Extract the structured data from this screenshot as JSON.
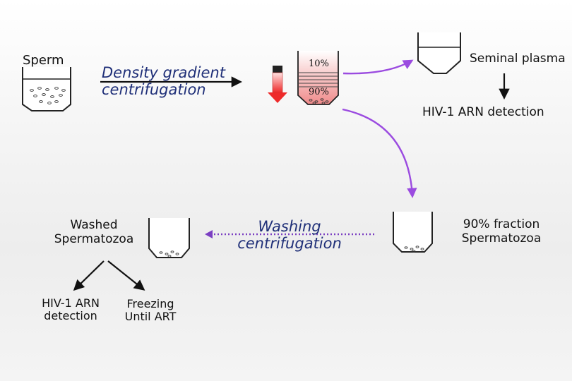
{
  "labels": {
    "sperm": "Sperm",
    "density_line1": "Density gradient",
    "density_line2": "centrifugation",
    "gradient_top": "10%",
    "gradient_bottom": "90%",
    "seminal_plasma": "Seminal plasma",
    "hiv_detection_right": "HIV-1 ARN detection",
    "washed_line1": "Washed",
    "washed_line2": "Spermatozoa",
    "washing_line1": "Washing",
    "washing_line2": "centrifugation",
    "fraction_line1": "90% fraction",
    "fraction_line2": "Spermatozoa",
    "hiv_left_line1": "HIV-1 ARN",
    "hiv_left_line2": "detection",
    "freezing_line1": "Freezing",
    "freezing_line2": "Until ART"
  },
  "colors": {
    "arrow_purple": "#9b4be0",
    "dotted_purple": "#7b3fc2",
    "gradient_red": "#ee2a2a",
    "text_blue": "#1f2f78"
  }
}
